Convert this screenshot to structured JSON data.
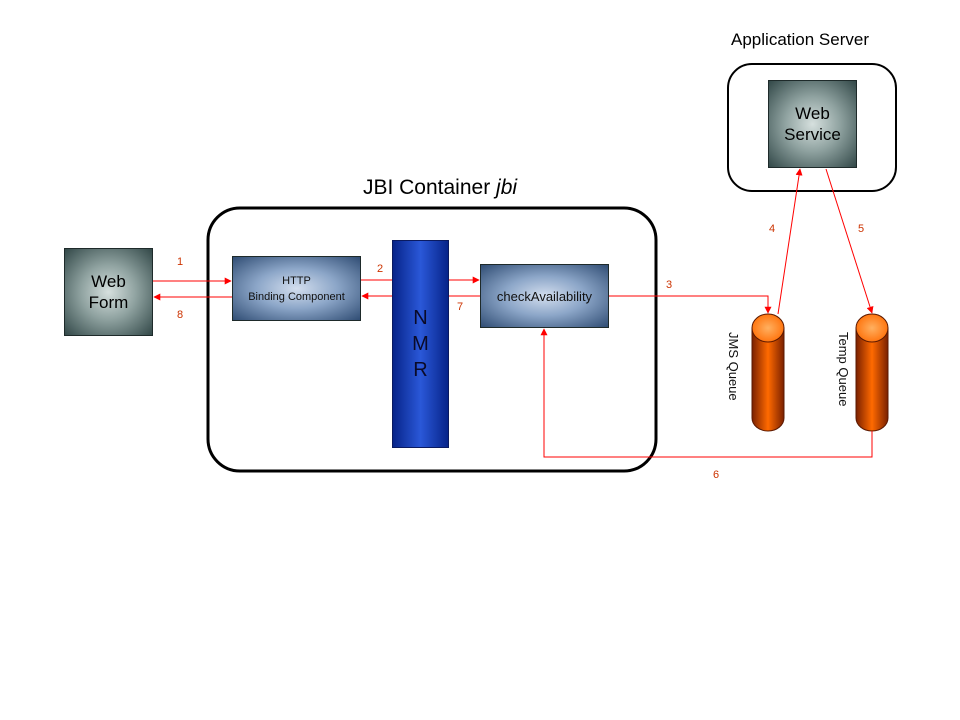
{
  "app_server": {
    "title": "Application Server",
    "web_service": [
      "Web",
      "Service"
    ]
  },
  "jbi": {
    "title_prefix": "JBI Container",
    "title_em": "jbi"
  },
  "web_form": [
    "Web",
    "Form"
  ],
  "http_component": [
    "HTTP",
    "Binding Component"
  ],
  "nmr": [
    "N",
    "M",
    "R"
  ],
  "check_availability": "checkAvailability",
  "queues": {
    "jms": "JMS Queue",
    "temp": "Temp Queue"
  },
  "steps": [
    "1",
    "2",
    "3",
    "4",
    "5",
    "6",
    "7",
    "8"
  ],
  "colors": {
    "arrow": "#ff0000",
    "step_label": "#cc3300",
    "queue": "#ff6a00"
  }
}
